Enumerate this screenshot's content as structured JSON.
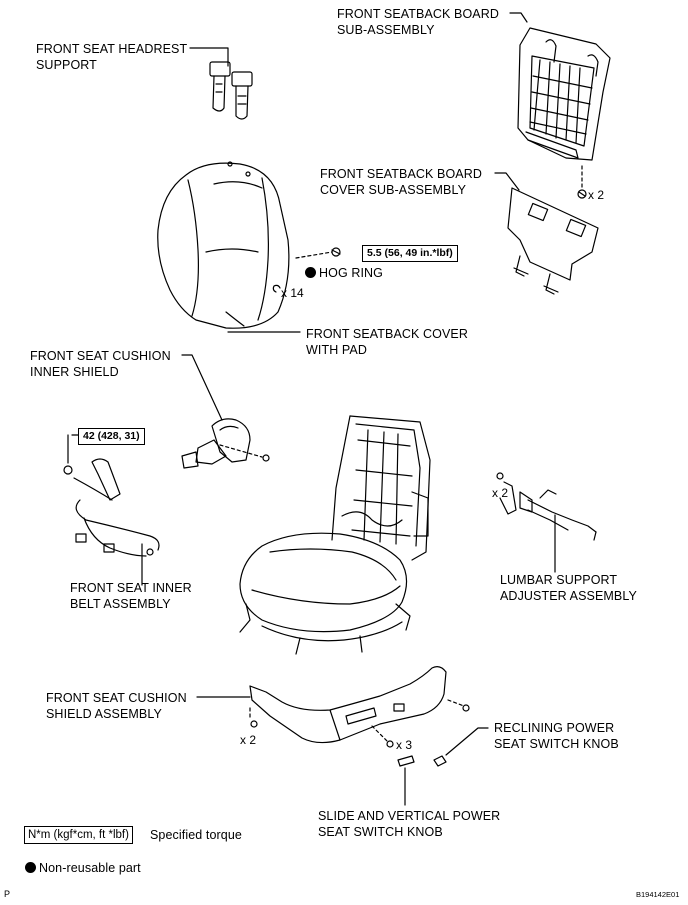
{
  "labels": {
    "headrest_support": [
      "FRONT SEAT HEADREST",
      "SUPPORT"
    ],
    "seatback_board": [
      "FRONT SEATBACK BOARD",
      "SUB-ASSEMBLY"
    ],
    "seatback_board_cover": [
      "FRONT SEATBACK BOARD",
      "COVER SUB-ASSEMBLY"
    ],
    "seatback_cover_pad": [
      "FRONT SEATBACK COVER",
      "WITH PAD"
    ],
    "cushion_inner_shield": [
      "FRONT SEAT CUSHION",
      "INNER SHIELD"
    ],
    "inner_belt": [
      "FRONT SEAT INNER",
      "BELT ASSEMBLY"
    ],
    "lumbar_support": [
      "LUMBAR SUPPORT",
      "ADJUSTER ASSEMBLY"
    ],
    "cushion_shield": [
      "FRONT SEAT CUSHION",
      "SHIELD ASSEMBLY"
    ],
    "reclining_knob": [
      "RECLINING POWER",
      "SEAT SWITCH KNOB"
    ],
    "slide_knob": [
      "SLIDE AND VERTICAL POWER",
      "SEAT SWITCH KNOB"
    ],
    "hog_ring": "HOG RING"
  },
  "quantities": {
    "board_screws": "x 2",
    "hog_rings": "x 14",
    "lumbar_screws": "x 2",
    "shield_left_screws": "x 2",
    "shield_center_screws": "x 3"
  },
  "torques": {
    "seatback_nut": "5.5 (56, 49 in.*lbf)",
    "belt_bolt": "42 (428, 31)"
  },
  "legend": {
    "torque_box": "N*m (kgf*cm, ft *lbf)",
    "torque_desc": "Specified torque",
    "nonreusable": "Non-reusable part"
  },
  "corner": {
    "left": "P",
    "right": "B194142E01"
  }
}
